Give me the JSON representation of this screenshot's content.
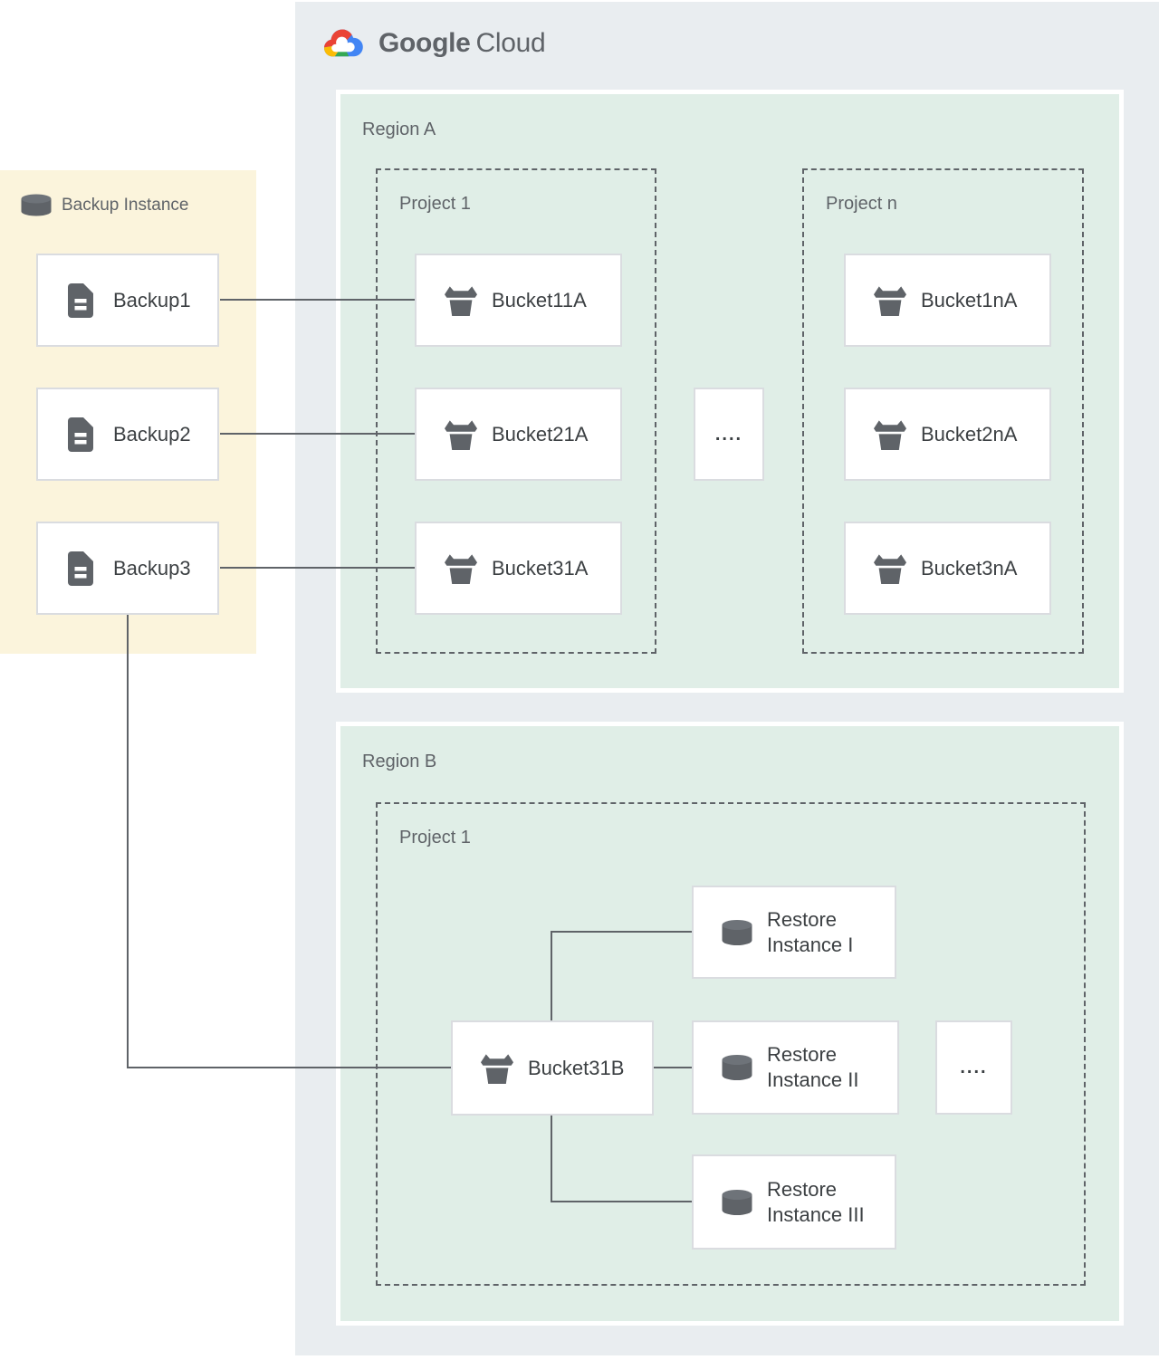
{
  "logo": {
    "brand": "Google",
    "product": "Cloud"
  },
  "backup_panel": {
    "title": "Backup Instance",
    "items": [
      {
        "label": "Backup1"
      },
      {
        "label": "Backup2"
      },
      {
        "label": "Backup3"
      }
    ]
  },
  "region_a": {
    "label": "Region A",
    "project_1": {
      "label": "Project 1",
      "buckets": [
        {
          "label": "Bucket11A"
        },
        {
          "label": "Bucket21A"
        },
        {
          "label": "Bucket31A"
        }
      ]
    },
    "ellipsis": "....",
    "project_n": {
      "label": "Project n",
      "buckets": [
        {
          "label": "Bucket1nA"
        },
        {
          "label": "Bucket2nA"
        },
        {
          "label": "Bucket3nA"
        }
      ]
    }
  },
  "region_b": {
    "label": "Region B",
    "project_1": {
      "label": "Project 1",
      "bucket": {
        "label": "Bucket31B"
      },
      "restore_instances": [
        {
          "label": "Restore Instance I"
        },
        {
          "label": "Restore Instance II"
        },
        {
          "label": "Restore Instance III"
        }
      ],
      "ellipsis": "...."
    }
  },
  "colors": {
    "container_gray": "#E9EDF0",
    "panel_yellow": "#FBF4DC",
    "region_green": "#E0EEE7",
    "box_border": "#DADCE0",
    "connector_line": "#5F6368",
    "label_text": "#5F6368",
    "box_text": "#3C4043",
    "logo_blue": "#4285F4",
    "logo_red": "#EA4335",
    "logo_yellow": "#FBBC05",
    "logo_green": "#34A853"
  }
}
